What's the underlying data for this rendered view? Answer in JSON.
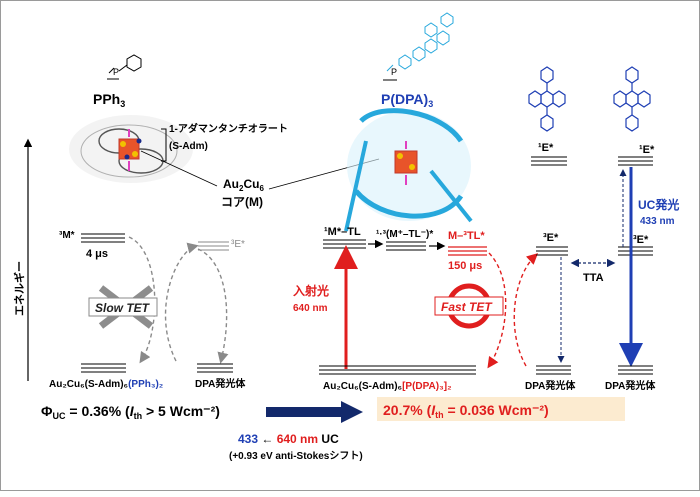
{
  "colors": {
    "red": "#e01e1e",
    "blue": "#1f3fb4",
    "navy": "#13296b",
    "cyan": "#27a8dc",
    "gray": "#8a8a8a",
    "highlight": "#fcebd0"
  },
  "left": {
    "ligand_formula": "PPh",
    "ligand_sub": "3",
    "thiolate_label": "1-アダマンタンチオラート",
    "thiolate_abbr": "(S-Adm)",
    "core_label": "Au",
    "core_sub1": "2",
    "core_mid": "Cu",
    "core_sub2": "6",
    "core_name": "コア(M)"
  },
  "right": {
    "ligand_formula": "P(DPA)",
    "ligand_sub": "3",
    "e_state_1": "¹E*",
    "e_state_2": "¹E*"
  },
  "axis": {
    "energy_label": "エネルギー"
  },
  "levels": {
    "m3_label": "³M*",
    "m3_lifetime": "4 μs",
    "e3_left": "³E*",
    "ground_left_main": "Au₂Cu₆(S-Adm)₆",
    "ground_left_ligand": "(PPh₃)₂",
    "dpa_left": "DPA発光体",
    "slow_tet": "Slow TET",
    "m1_tl": "¹M*–TL",
    "mixed_label": "¹·³(M⁺–TL⁻)*",
    "m3tl_label": "M–³TL*",
    "m3tl_lifetime": "150 μs",
    "e3_right": "³E*",
    "e3_far": "³E*",
    "tta": "TTA",
    "excitation": "入射光",
    "excitation_nm": "640 nm",
    "fast_tet": "Fast TET",
    "uc_emission": "UC発光",
    "uc_nm": "433 nm",
    "ground_right_main": "Au₂Cu₆(S-Adm)₆",
    "ground_right_ligand": "[P(DPA)₃]₂",
    "dpa_right1": "DPA発光体",
    "dpa_right2": "DPA発光体"
  },
  "bottom": {
    "phi_label": "Φ",
    "phi_sub": "UC",
    "phi_value": " = 0.36% (",
    "ith": "I",
    "ith_sub": "th",
    "ith_left": " > 5 Wcm⁻²)",
    "result": "20.7% (",
    "result_ith": " = 0.036 Wcm⁻²)",
    "uc_blue": "433",
    "uc_arrow": " ← ",
    "uc_red": "640 nm",
    "uc_tail": " UC",
    "shift": "(+0.93 eV anti-Stokesシフト)"
  }
}
